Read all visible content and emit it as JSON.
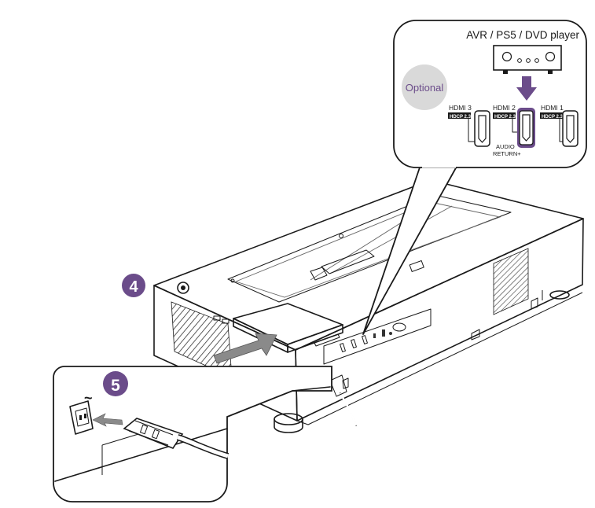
{
  "steps": {
    "four": "4",
    "five": "5"
  },
  "callout": {
    "source_label": "AVR / PS5 / DVD player",
    "optional_label": "Optional",
    "ports": [
      {
        "name": "HDMI 3",
        "badge": "HDCP 2.3"
      },
      {
        "name": "HDMI 2",
        "badge": "HDCP 2.3"
      },
      {
        "name": "HDMI 1",
        "badge": "HDCP 2.3"
      }
    ],
    "audio_return_line1": "AUDIO",
    "audio_return_line2": "RETURN+"
  },
  "power_symbol": "~",
  "colors": {
    "accent": "#6b4c8a",
    "optional_bg": "#d9d9d9",
    "outline": "#1a1a1a",
    "cover_fill": "#b5b5b5"
  },
  "icons": [
    "power-symbol-icon",
    "arrow-down-icon",
    "arrow-right-icon",
    "hdmi-port-icon",
    "av-receiver-icon",
    "power-plug-icon",
    "power-button-icon"
  ]
}
